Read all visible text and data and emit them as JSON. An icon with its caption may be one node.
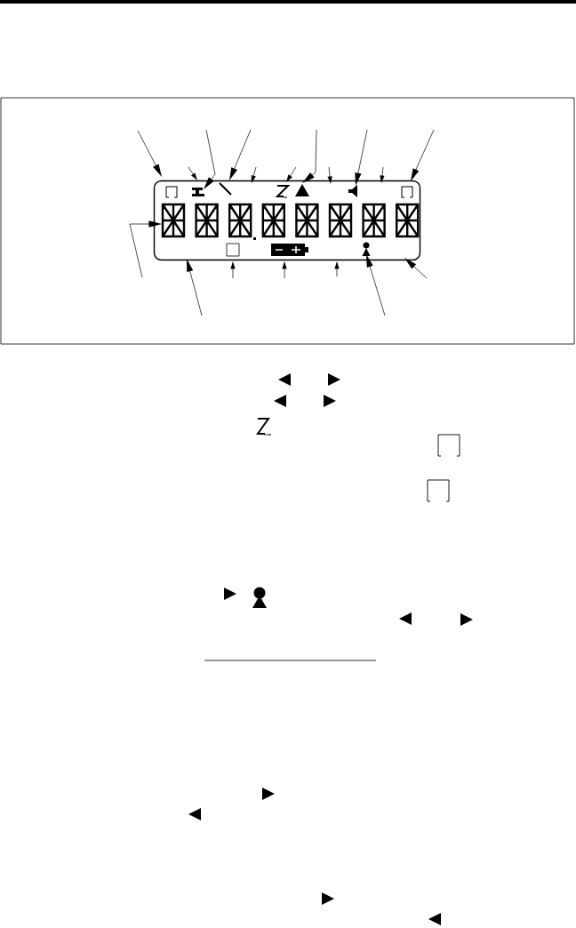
{
  "diagram": {
    "nodes": [
      {
        "text": [],
        "shape": "box"
      },
      {
        "text": [],
        "shape": "box",
        "in": 0
      }
    ],
    "edges": [
      {
        "from": null,
        "to": 1,
        "arrow": "to"
      },
      {
        "from": null,
        "to": 1,
        "arrow": "to"
      },
      {
        "from": null,
        "to": 1,
        "arrow": "to"
      },
      {
        "from": null,
        "to": 1,
        "arrow": "to"
      },
      {
        "from": null,
        "to": 1,
        "arrow": "to"
      },
      {
        "from": null,
        "to": 1,
        "arrow": "to"
      },
      {
        "from": null,
        "to": 1,
        "arrow": "to"
      },
      {
        "from": null,
        "to": 1,
        "arrow": "to"
      },
      {
        "from": null,
        "to": 1,
        "arrow": "to"
      },
      {
        "from": null,
        "to": 1,
        "arrow": "to"
      },
      {
        "from": null,
        "to": 1,
        "arrow": "to"
      },
      {
        "from": null,
        "to": 1,
        "arrow": "to"
      },
      {
        "from": null,
        "to": 1,
        "arrow": "to"
      },
      {
        "from": null,
        "to": 1,
        "arrow": "to"
      },
      {
        "from": null,
        "to": 1,
        "arrow": "to"
      },
      {
        "from": null,
        "to": 1,
        "arrow": "to"
      },
      {
        "from": null,
        "to": 1,
        "arrow": "to"
      },
      {
        "from": null,
        "to": 1,
        "arrow": "to"
      }
    ]
  }
}
